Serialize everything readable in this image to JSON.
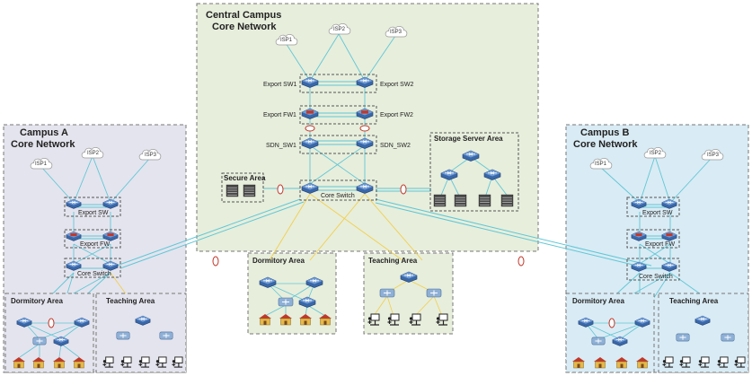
{
  "colors": {
    "central_bg": "#e7eedc",
    "campus_a_bg": "#e4e4ee",
    "campus_b_bg": "#d9ebf4",
    "link_cyan": "#5fc7d6",
    "link_yellow": "#f2cf4a",
    "firewall_red": "#c0392b",
    "device_blue": "#3a67a8"
  },
  "central": {
    "title_line1": "Central Campus",
    "title_line2": "Core Network",
    "isp": [
      "ISP1",
      "ISP2",
      "ISP3"
    ],
    "export_sw1": "Export SW1",
    "export_sw2": "Export SW2",
    "export_fw1": "Export FW1",
    "export_fw2": "Export FW2",
    "sdn_sw1": "SDN_SW1",
    "sdn_sw2": "SDN_SW2",
    "secure_area": "Secure Area",
    "core_switch": "Core Switch",
    "storage_area": "Storage Server Area",
    "dormitory": "Dormitory Area",
    "teaching": "Teaching Area"
  },
  "campus_a": {
    "title_line1": "Campus A",
    "title_line2": "Core Network",
    "isp": [
      "ISP1",
      "ISP2",
      "ISP3"
    ],
    "export_sw": "Export SW",
    "export_fw": "Export FW",
    "core_switch": "Core Switch",
    "dormitory": "Dormitory Area",
    "teaching": "Teaching Area"
  },
  "campus_b": {
    "title_line1": "Campus B",
    "title_line2": "Core Network",
    "isp": [
      "ISP1",
      "ISP2",
      "ISP3"
    ],
    "export_sw": "Export SW",
    "export_fw": "Export FW",
    "core_switch": "Core Switch",
    "dormitory": "Dormitory Area",
    "teaching": "Teaching Area"
  },
  "icons": [
    "cloud-icon",
    "switch-icon",
    "firewall-icon",
    "router-icon",
    "server-icon",
    "house-icon",
    "workstation-icon",
    "firewall-oval-icon"
  ]
}
